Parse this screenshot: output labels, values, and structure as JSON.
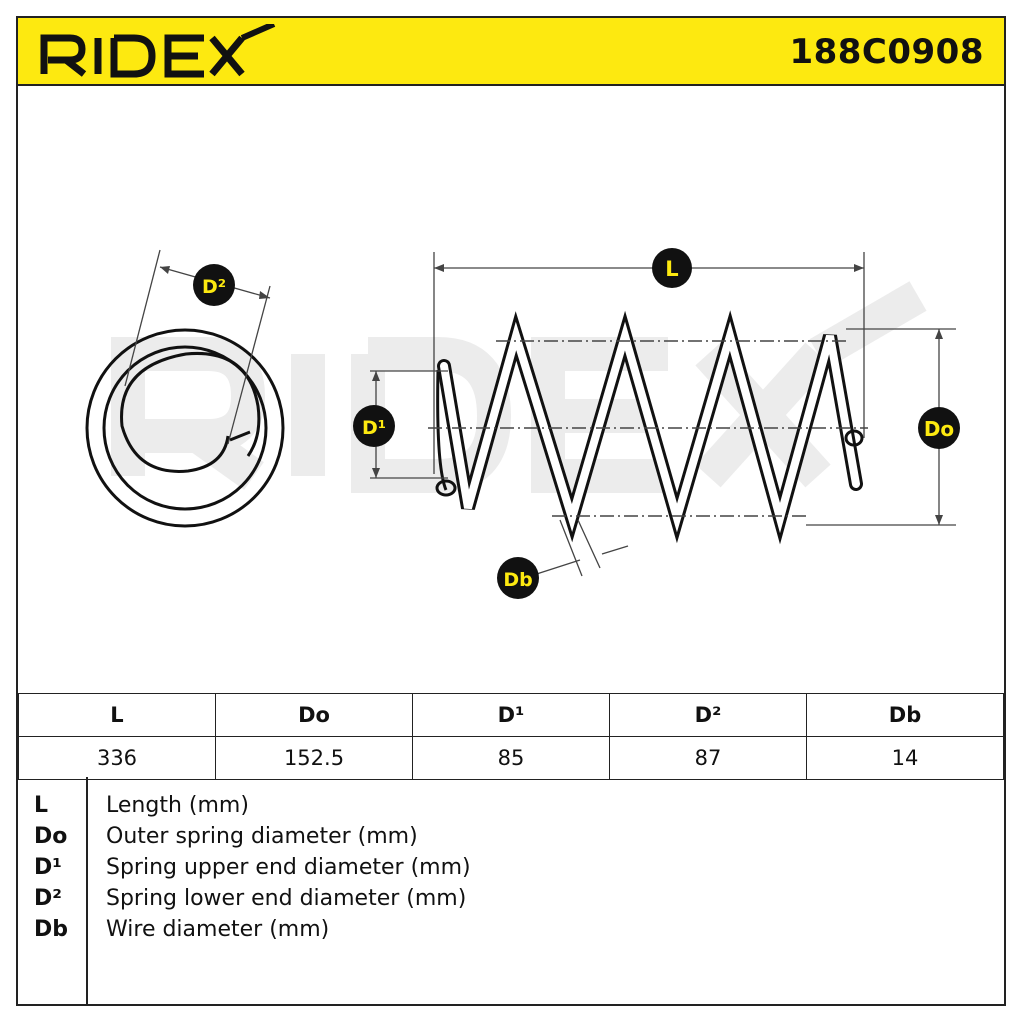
{
  "header": {
    "brand": "RIDEX",
    "part_number": "188C0908"
  },
  "diagram": {
    "label_L": "L",
    "label_Do": "Do",
    "label_D1": "D¹",
    "label_D2": "D²",
    "label_Db": "Db",
    "watermark": "RIDEX"
  },
  "table": {
    "headers": [
      "L",
      "Do",
      "D¹",
      "D²",
      "Db"
    ],
    "values": [
      "336",
      "152.5",
      "85",
      "87",
      "14"
    ]
  },
  "legend": [
    {
      "code": "L",
      "desc": "Length (mm)"
    },
    {
      "code": "Do",
      "desc": "Outer spring diameter (mm)"
    },
    {
      "code": "D¹",
      "desc": "Spring upper end diameter (mm)"
    },
    {
      "code": "D²",
      "desc": "Spring lower end diameter (mm)"
    },
    {
      "code": "Db",
      "desc": "Wire diameter (mm)"
    }
  ],
  "colors": {
    "accent": "#fde910",
    "ink": "#111111"
  }
}
